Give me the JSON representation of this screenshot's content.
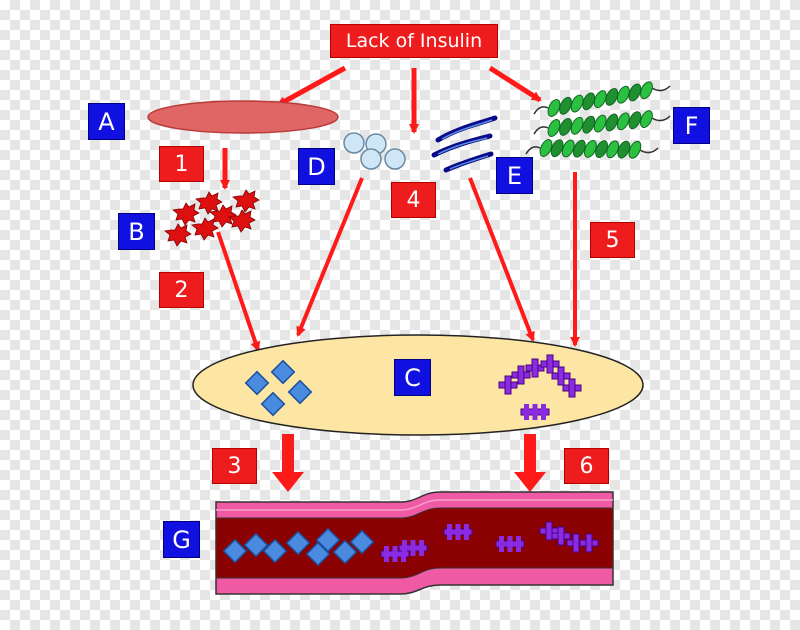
{
  "title": "Lack of Insulin",
  "letters": {
    "A": "A",
    "B": "B",
    "C": "C",
    "D": "D",
    "E": "E",
    "F": "F",
    "G": "G"
  },
  "steps": {
    "s1": "1",
    "s2": "2",
    "s3": "3",
    "s4": "4",
    "s5": "5",
    "s6": "6"
  },
  "colors": {
    "arrow_red": "#ff1a1a",
    "label_red": "#ee1c1c",
    "label_blue": "#1010e0",
    "ellipse_a": "#e06565",
    "cell_c": "#fde6a3",
    "starburst": "#dd0f0f",
    "diamond": "#4a8be0",
    "cross": "#8a2be2",
    "vessel_outer": "#f05aa5",
    "vessel_inner": "#8b0000",
    "helix": "#2bc040",
    "fat_droplet": "#cfe6f7"
  }
}
